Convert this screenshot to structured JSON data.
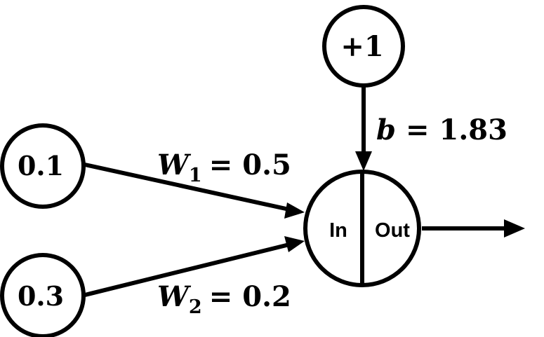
{
  "inputs": [
    {
      "value": "0.1",
      "weight_symbol": "W",
      "weight_index": "1",
      "weight_value": "0.5"
    },
    {
      "value": "0.3",
      "weight_symbol": "W",
      "weight_index": "2",
      "weight_value": "0.2"
    }
  ],
  "bias": {
    "node_label": "+1",
    "symbol": "b",
    "value": "1.83"
  },
  "neuron": {
    "in_label": "In",
    "out_label": "Out"
  },
  "colors": {
    "stroke": "#000000",
    "fill": "#ffffff"
  }
}
